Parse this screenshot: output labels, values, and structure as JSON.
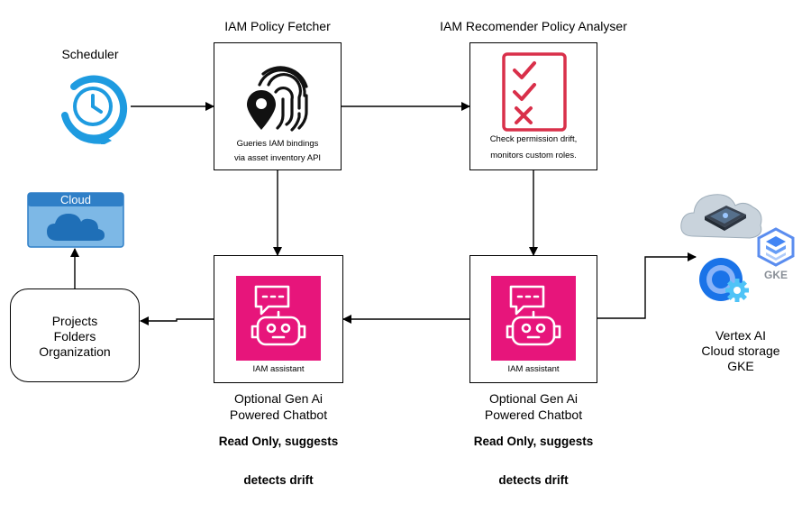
{
  "scheduler": {
    "label": "Scheduler",
    "icon": "clock-refresh-icon"
  },
  "fetcher": {
    "title": "IAM Policy Fetcher",
    "desc_line1": "Gueries IAM bindings",
    "desc_line2": "via asset inventory API",
    "icon": "fingerprint-location-icon"
  },
  "analyser": {
    "title": "IAM Recomender Policy Analyser",
    "desc_line1": "Check permission drift,",
    "desc_line2": "monitors custom roles.",
    "icon": "checklist-icon"
  },
  "chatbot_left": {
    "label": "IAM assistant",
    "caption_line1": "Optional Gen Ai",
    "caption_line2": "Powered Chatbot",
    "note_line1": "Read Only, suggests",
    "note_line2": "detects drift",
    "icon": "chatbot-icon"
  },
  "chatbot_right": {
    "label": "IAM assistant",
    "caption_line1": "Optional Gen Ai",
    "caption_line2": "Powered Chatbot",
    "note_line1": "Read Only, suggests",
    "note_line2": "detects drift",
    "icon": "chatbot-icon"
  },
  "cloud": {
    "title": "Cloud",
    "icon": "cloud-window-icon"
  },
  "hierarchy": {
    "line1": "Projects",
    "line2": "Folders",
    "line3": "Organization"
  },
  "services": {
    "gke_badge": "GKE",
    "line1": "Vertex AI",
    "line2": "Cloud storage",
    "line3": "GKE",
    "icons": [
      "cloud-chip-icon",
      "gke-icon",
      "vertex-ai-icon"
    ]
  },
  "colors": {
    "chatbot_bg": "#E7157B",
    "checklist": "#D9304A",
    "clock": "#1E9BE0",
    "cloud_window": "#7DB8E6",
    "cloud_header": "#2F7FC7"
  }
}
